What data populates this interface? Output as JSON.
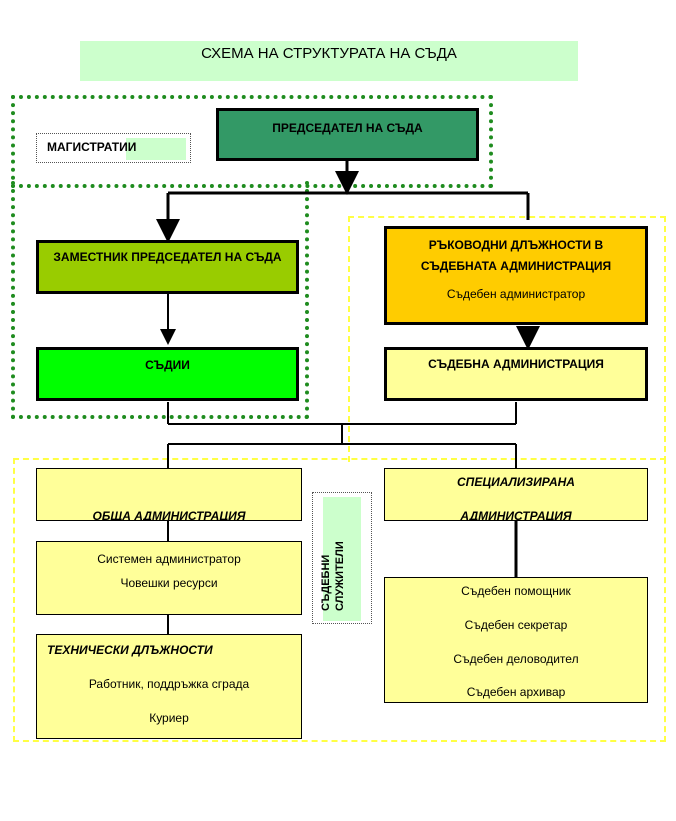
{
  "title": "СХЕМА НА СТРУКТУРАТА НА СЪДА",
  "legend": {
    "magistrates": "МАГИСТРАТИИ",
    "officials_line1": "СЪДЕБНИ",
    "officials_line2": "СЛУЖИТЕЛИ"
  },
  "boxes": {
    "chairman": "ПРЕДСЕДАТЕЛ НА СЪДА",
    "deputy": "ЗАМЕСТНИК ПРЕДСЕДАТЕЛ НА СЪДА",
    "judges": "СЪДИИ",
    "leadership_line1": "РЪКОВОДНИ ДЛЪЖНОСТИ  В",
    "leadership_line2": "СЪДЕБНАТА АДМИНИСТРАЦИЯ",
    "leadership_sub": "Съдебен  администратор",
    "court_admin": "СЪДЕБНА АДМИНИСТРАЦИЯ",
    "general_admin": "ОБЩА АДМИНИСТРАЦИЯ",
    "general_items": [
      "Системен администратор",
      "Човешки ресурси"
    ],
    "technical_title": "ТЕХНИЧЕСКИ ДЛЪЖНОСТИ",
    "technical_items": [
      "Работник, поддръжка сграда",
      "Куриер"
    ],
    "specialized_line1": "СПЕЦИАЛИЗИРАНА",
    "specialized_line2": "АДМИНИСТРАЦИЯ",
    "specialized_items": [
      "Съдебен помощник",
      "Съдебен секретар",
      "Съдебен деловодител",
      "Съдебен архивар"
    ]
  },
  "colors": {
    "chairman": "#339966",
    "deputy": "#99cc00",
    "judges": "#00ff00",
    "leadership": "#ffcc00",
    "light_yellow": "#ffff99",
    "title_bg": "#ccffcc",
    "region_green": "#1f8c1f",
    "region_yellow": "#ffff44"
  }
}
